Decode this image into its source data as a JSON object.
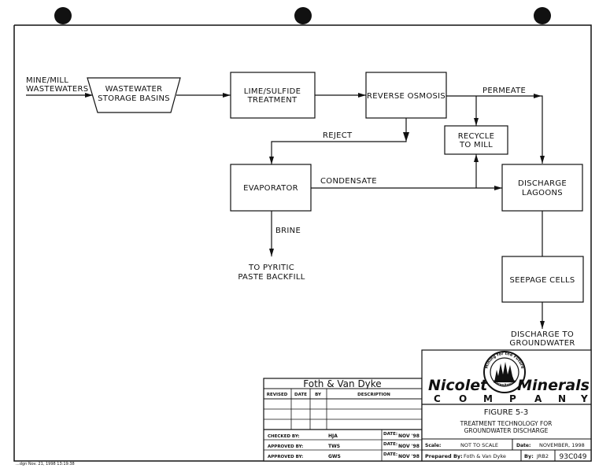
{
  "diagram": {
    "title": "Treatment Technology for Groundwater Discharge",
    "input_label": [
      "MINE/MILL",
      "WASTEWATERS"
    ],
    "nodes": {
      "storage": [
        "WASTEWATER",
        "STORAGE BASINS"
      ],
      "lime": [
        "LIME/SULFIDE",
        "TREATMENT"
      ],
      "ro": [
        "REVERSE OSMOSIS"
      ],
      "recycle": [
        "RECYCLE",
        "TO MILL"
      ],
      "evaporator": [
        "EVAPORATOR"
      ],
      "lagoons": [
        "DISCHARGE",
        "LAGOONS"
      ],
      "seepage": [
        "SEEPAGE CELLS"
      ]
    },
    "edge_labels": {
      "permeate": "PERMEATE",
      "reject": "REJECT",
      "condensate": "CONDENSATE",
      "brine": "BRINE"
    },
    "outputs": {
      "backfill": [
        "TO PYRITIC",
        "PASTE BACKFILL"
      ],
      "groundwater": [
        "DISCHARGE TO",
        "GROUNDWATER"
      ]
    },
    "edges": [
      {
        "from": "input",
        "to": "storage"
      },
      {
        "from": "storage",
        "to": "lime"
      },
      {
        "from": "lime",
        "to": "ro"
      },
      {
        "from": "ro",
        "to": "lagoons",
        "label": "PERMEATE"
      },
      {
        "from": "ro",
        "to": "recycle"
      },
      {
        "from": "ro",
        "to": "evaporator",
        "label": "REJECT"
      },
      {
        "from": "evaporator",
        "to": "lagoons",
        "label": "CONDENSATE"
      },
      {
        "from": "evaporator",
        "to": "recycle"
      },
      {
        "from": "evaporator",
        "to": "backfill",
        "label": "BRINE"
      },
      {
        "from": "lagoons",
        "to": "seepage"
      },
      {
        "from": "seepage",
        "to": "groundwater"
      }
    ]
  },
  "title_block": {
    "firm": "Foth & Van Dyke",
    "revision_headers": [
      "REVISED",
      "DATE",
      "BY",
      "DESCRIPTION"
    ],
    "checked_label": "CHECKED BY:",
    "checked_by": "HJA",
    "approved_label": "APPROVED BY:",
    "approved_by_1": "TWS",
    "approved_by_2": "GWS",
    "date_label": "DATE:",
    "date_value": "NOV '98",
    "company_left": "Nicolet",
    "company_right": "Minerals",
    "company_word": [
      "C",
      "O",
      "M",
      "P",
      "A",
      "N",
      "Y"
    ],
    "seal_text_top": "Mining for the Future",
    "seal_text_bottom": "Commitment",
    "figure_number": "FIGURE 5-3",
    "figure_title": [
      "TREATMENT TECHNOLOGY FOR",
      "GROUNDWATER DISCHARGE"
    ],
    "scale_label": "Scale:",
    "scale_value": "NOT TO SCALE",
    "date_field_label": "Date:",
    "date_field_value": "NOVEMBER, 1998",
    "prepared_label": "Prepared By:",
    "prepared_by": "Foth & Van Dyke",
    "by_label": "By:",
    "by_value": "JRB2",
    "drawing_number": "93C049"
  },
  "footer": {
    "file_stamp": "...dgn Nov. 21, 1998 13:19:38"
  }
}
